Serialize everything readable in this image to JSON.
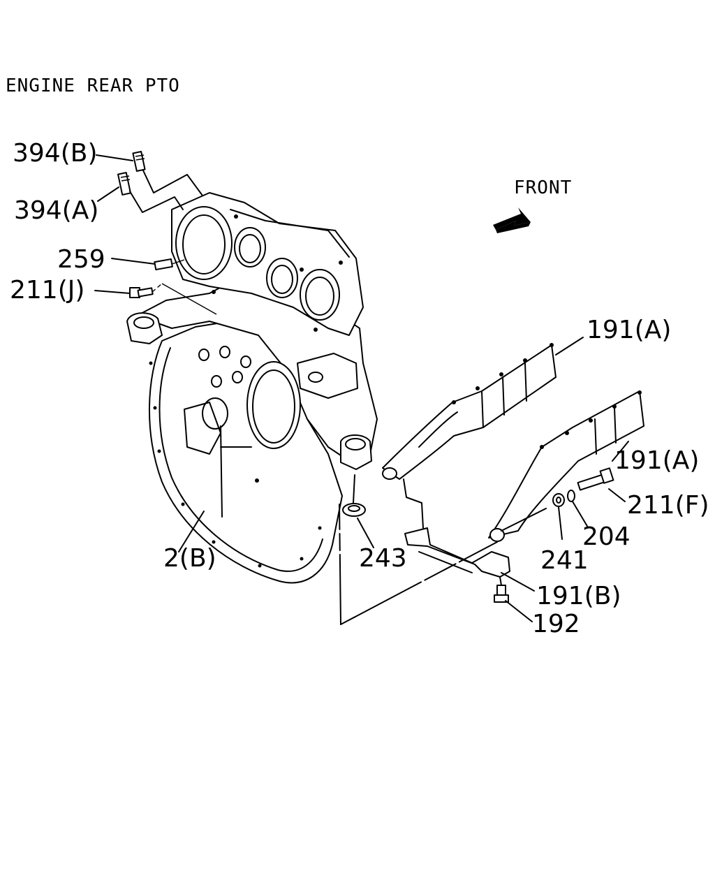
{
  "title": "ENGINE REAR PTO",
  "front_label": "FRONT",
  "parts": {
    "p394b": "394(B)",
    "p394a": "394(A)",
    "p259": "259",
    "p211j": "211(J)",
    "p191a_upper": "191(A)",
    "p191a_lower": "191(A)",
    "p211f": "211(F)",
    "p204": "204",
    "p241": "241",
    "p2b": "2(B)",
    "p243": "243",
    "p191b": "191(B)",
    "p192": "192"
  }
}
